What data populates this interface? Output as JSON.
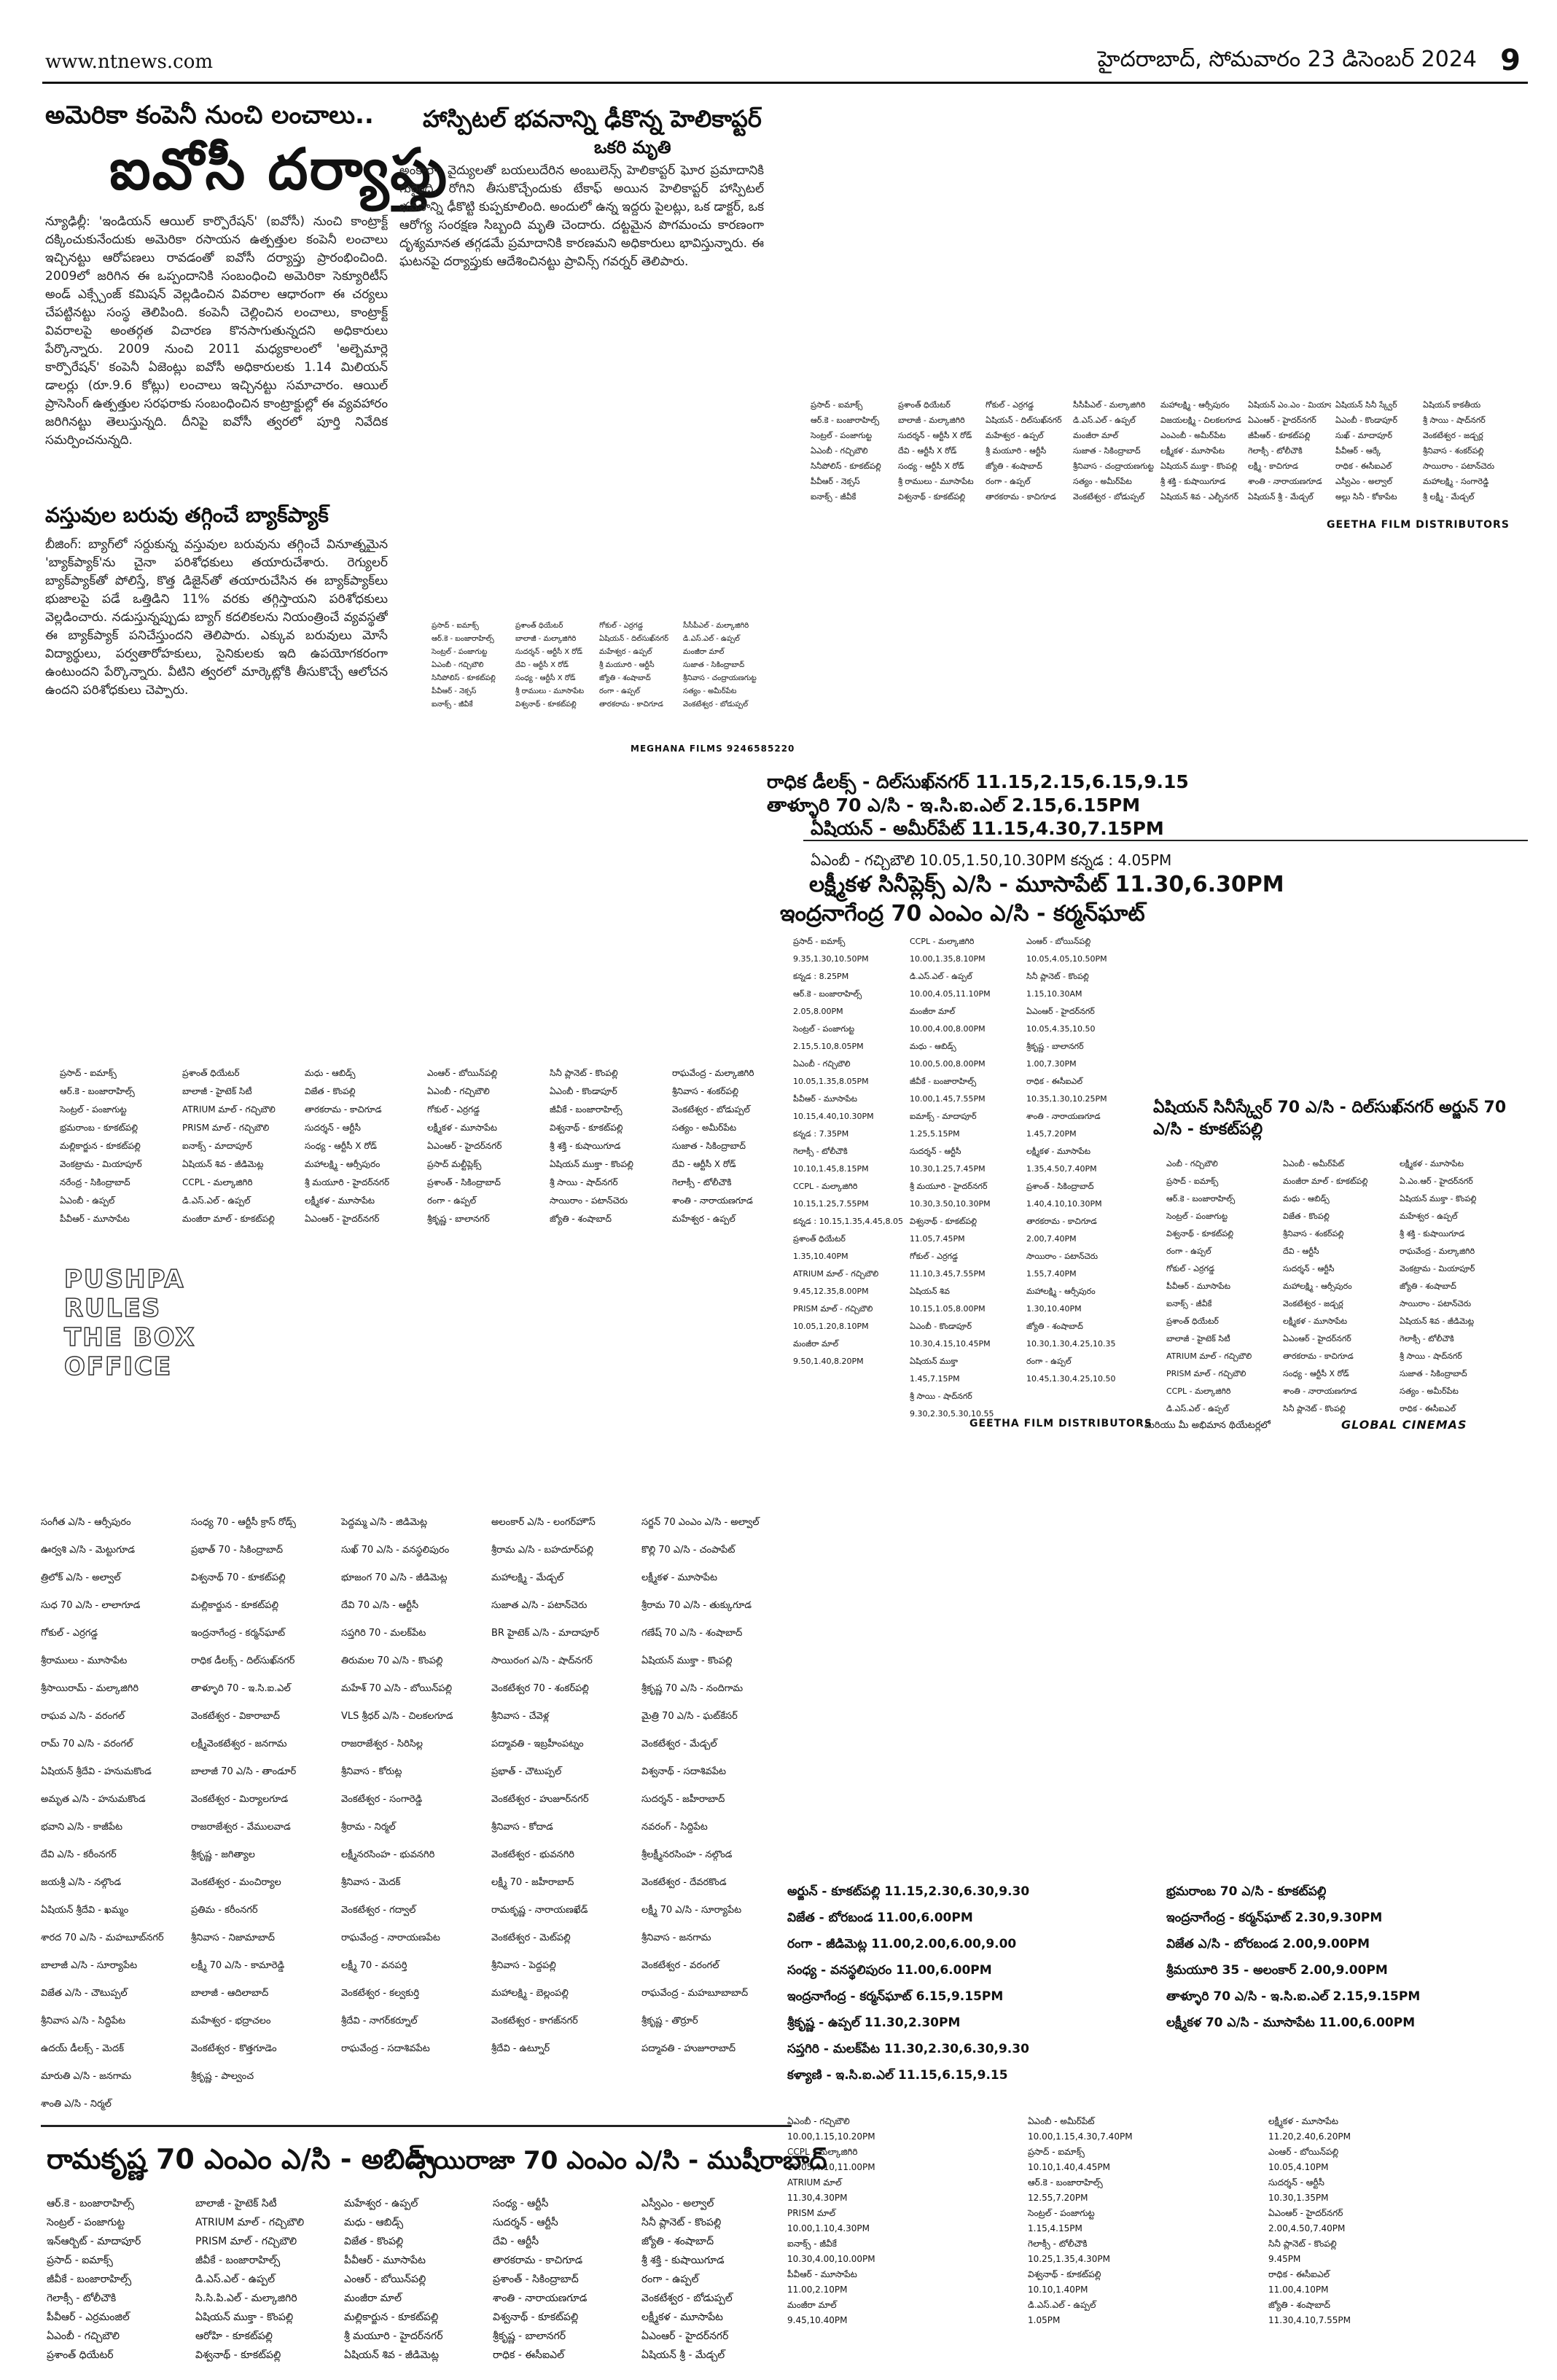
{
  "header": {
    "site": "www.ntnews.com",
    "dateline": "హైదరాబాద్, సోమవారం 23 డిసెంబర్ 2024",
    "page_no": "9"
  },
  "article1": {
    "kicker": "అమెరికా కంపెనీ నుంచి లంచాలు..",
    "headline": "ఐవోసీ దర్యాప్తు",
    "body": "న్యూఢిల్లీ: 'ఇండియన్ ఆయిల్ కార్పొరేషన్' (ఐవోసీ) నుంచి కాంట్రాక్ట్ దక్కించుకునేందుకు అమెరికా రసాయన ఉత్పత్తుల కంపెనీ లంచాలు ఇచ్చినట్టు ఆరోపణలు రావడంతో ఐవోసీ దర్యాప్తు ప్రారంభించింది. 2009లో జరిగిన ఈ ఒప్పందానికి సంబంధించి అమెరికా సెక్యూరిటీస్ అండ్ ఎక్స్చేంజ్ కమిషన్ వెల్లడించిన వివరాల ఆధారంగా ఈ చర్యలు చేపట్టినట్టు సంస్థ తెలిపింది. కంపెనీ చెల్లించిన లంచాలు, కాంట్రాక్ట్ వివరాలపై అంతర్గత విచారణ కొనసాగుతున్నదని అధికారులు పేర్కొన్నారు. 2009 నుంచి 2011 మధ్యకాలంలో 'అల్బెమార్లె కార్పొరేషన్' కంపెనీ ఏజెంట్లు ఐవోసీ అధికారులకు 1.14 మిలియన్ డాలర్లు (రూ.9.6 కోట్లు) లంచాలు ఇచ్చినట్టు సమాచారం. ఆయిల్ ప్రాసెసింగ్ ఉత్పత్తుల సరఫరాకు సంబంధించిన కాంట్రాక్టుల్లో ఈ వ్యవహారం జరిగినట్టు తెలుస్తున్నది. దీనిపై ఐవోసీ త్వరలో పూర్తి నివేదిక సమర్పించనున్నది."
  },
  "article2": {
    "headline": "హాస్పిటల్ భవనాన్ని ఢీకొన్న హెలికాప్టర్",
    "subhead": "ఒకరి మృతి",
    "body": "అంకారా: వైద్యులతో బయలుదేరిన అంబులెన్స్ హెలికాప్టర్ ఘోర ప్రమాదానికి గురైంది. రోగిని తీసుకొచ్చేందుకు టేకాఫ్ అయిన హెలికాప్టర్ హాస్పిటల్ భవనాన్ని ఢీకొట్టి కుప్పకూలింది. అందులో ఉన్న ఇద్దరు పైలట్లు, ఒక డాక్టర్, ఒక ఆరోగ్య సంరక్షణ సిబ్బంది మృతి చెందారు. దట్టమైన పొగమంచు కారణంగా దృశ్యమానత తగ్గడమే ప్రమాదానికి కారణమని అధికారులు భావిస్తున్నారు. ఈ ఘటనపై దర్యాప్తుకు ఆదేశించినట్టు ప్రావిన్స్ గవర్నర్ తెలిపారు."
  },
  "article3": {
    "headline": "వస్తువుల బరువు తగ్గించే బ్యాక్‌ప్యాక్",
    "body": "బీజింగ్: బ్యాగ్‌లో సర్దుకున్న వస్తువుల బరువును తగ్గించే వినూత్నమైన 'బ్యాక్‌ప్యాక్'ను చైనా పరిశోధకులు తయారుచేశారు. రెగ్యులర్ బ్యాక్‌ప్యాక్‌తో పోలిస్తే, కొత్త డిజైన్‌తో తయారుచేసిన ఈ బ్యాక్‌ప్యాక్‌లు భుజాలపై పడే ఒత్తిడిని 11% వరకు తగ్గిస్తాయని పరిశోధకులు వెల్లడించారు. నడుస్తున్నప్పుడు బ్యాగ్ కదలికలను నియంత్రించే వ్యవస్థతో ఈ బ్యాక్‌ప్యాక్ పనిచేస్తుందని తెలిపారు. ఎక్కువ బరువులు మోసే విద్యార్థులు, పర్వతారోహకులు, సైనికులకు ఇది ఉపయోగకరంగా ఉంటుందని పేర్కొన్నారు. వీటిని త్వరలో మార్కెట్లోకి తీసుకొచ్చే ఆలోచన ఉందని పరిశోధకులు చెప్పారు."
  },
  "ad_pushpa_text": [
    "PUSHPA",
    "RULES",
    "THE BOX",
    "OFFICE"
  ],
  "credits": {
    "meghana": "MEGHANA FILMS 9246585220",
    "geetha": "GEETHA FILM DISTRIBUTORS",
    "global": "GLOBAL CINEMAS"
  },
  "listing_top": [
    [
      "ప్రసాద్ - ఐమాక్స్",
      "ఆర్.కె - బంజారాహిల్స్",
      "సెంట్రల్ - పంజాగుట్ట",
      "ఏఎంబీ - గచ్చిబౌలి",
      "సినీపోలిస్ - కూకట్‌పల్లి",
      "పీవీఆర్ - నెక్సస్",
      "ఐనాక్స్ - జీవీకే"
    ],
    [
      "ప్రశాంత్ ధియేటర్",
      "బాలాజీ - మల్కాజిగిరి",
      "సుదర్శన్ - ఆర్టీసీ X రోడ్",
      "దేవి - ఆర్టీసీ X రోడ్",
      "సంధ్య - ఆర్టీసీ X రోడ్",
      "శ్రీ రాములు - మూసాపేట",
      "విశ్వనాథ్ - కూకట్‌పల్లి"
    ],
    [
      "గోకుల్ - ఎర్రగడ్డ",
      "ఏషియన్ - దిల్‌సుఖ్‌నగర్",
      "మహేశ్వర - ఉప్పల్",
      "శ్రీ మయూరి - ఆర్టీసీ",
      "జ్యోతి - శంషాబాద్",
      "రంగా - ఉప్పల్",
      "తారకరామ - కాచిగూడ"
    ],
    [
      "సీసీపీఎల్ - మల్కాజిగిరి",
      "డి.ఎస్.ఎల్ - ఉప్పల్",
      "మంజీరా మాల్",
      "సుజాత - సికింద్రాబాద్",
      "శ్రీనివాస - చంద్రాయణగుట్ట",
      "సత్యం - అమీర్‌పేట",
      "వెంకటేశ్వర - బోడుప్పల్"
    ],
    [
      "మహాలక్ష్మి - ఆర్సీపురం",
      "విజయలక్ష్మి - చిలకలగూడ",
      "ఎంఎంబీ - అమీర్‌పేట",
      "లక్ష్మీకళ - మూసాపేట",
      "ఏషియన్ ముక్తా - కొంపల్లి",
      "శ్రీ శక్తి - కుషాయిగూడ",
      "ఏషియన్ శివ - ఎల్బీనగర్"
    ],
    [
      "ఏషియన్ ఎం.ఎం - మియాపూర్",
      "ఏఎంఆర్ - హైదర్‌నగర్",
      "జీపీఆర్ - కూకట్‌పల్లి",
      "గెలాక్సీ - టోలీచౌకి",
      "లక్ష్మీ - కాచిగూడ",
      "శాంతి - నారాయణగూడ",
      "ఏషియన్ శ్రీ - మేడ్చల్"
    ],
    [
      "ఏషియన్ సినీ స్క్వేర్",
      "ఏఎంబీ - కొండాపూర్",
      "సుఖ్ - మాదాపూర్",
      "పీవీఆర్ - ఆర్కే",
      "రాధిక - ఈసీఐఎల్",
      "ఎస్వీఎం - అల్వాల్",
      "అల్లు సినీ - కోకాపేట"
    ],
    [
      "ఏషియన్ కాకతీయ",
      "శ్రీ సాయి - షాద్‌నగర్",
      "వెంకటేశ్వర - జడ్చర్ల",
      "శ్రీనివాస - శంకర్‌పల్లి",
      "సాయిరాం - పటాన్‌చెరు",
      "మహాలక్ష్మి - సంగారెడ్డి",
      "శ్రీ లక్ష్మీ - మేడ్చల్"
    ]
  ],
  "mid_listing": [
    [
      "ప్రసాద్ - ఐమాక్స్",
      "ఆర్.కె - బంజారాహిల్స్",
      "సెంట్రల్ - పంజాగుట్ట",
      "భ్రమరాంబ - కూకట్‌పల్లి",
      "మల్లికార్జున - కూకట్‌పల్లి",
      "వెంకట్రామ - మియాపూర్",
      "నరేంద్ర - సికింద్రాబాద్",
      "ఏఎంబీ - ఉప్పల్",
      "పీవీఆర్ - మూసాపేట"
    ],
    [
      "ప్రశాంత్ ధియేటర్",
      "బాలాజీ - హైటెక్ సిటీ",
      "ATRIUM మాల్ - గచ్చిబౌలి",
      "PRISM మాల్ - గచ్చిబౌలి",
      "ఐనాక్స్ - మాదాపూర్",
      "ఏషియన్ శివ - జీడిమెట్ల",
      "CCPL - మల్కాజిగిరి",
      "డి.ఎస్.ఎల్ - ఉప్పల్",
      "మంజీరా మాల్ - కూకట్‌పల్లి"
    ],
    [
      "మధు - ఆబిడ్స్",
      "విజేత - కొంపల్లి",
      "తారకరామ - కాచిగూడ",
      "సుదర్శన్ - ఆర్టీసీ",
      "సంధ్య - ఆర్టీసీ X రోడ్",
      "మహాలక్ష్మి - ఆర్సీపురం",
      "శ్రీ మయూరి - హైదర్‌నగర్",
      "లక్ష్మీకళ - మూసాపేట",
      "ఏఎంఆర్ - హైదర్‌నగర్"
    ],
    [
      "ఎంఆర్ - బోయిన్‌పల్లి",
      "ఏఎంబీ - గచ్చిబౌలి",
      "గోకుల్ - ఎర్రగడ్డ",
      "లక్ష్మీకళ - మూసాపేట",
      "ఏఎంఆర్ - హైదర్‌నగర్",
      "ప్రసాద్ మల్టీప్లెక్స్",
      "ప్రశాంత్ - సికింద్రాబాద్",
      "రంగా - ఉప్పల్",
      "శ్రీకృష్ణ - బాలానగర్"
    ],
    [
      "సినీ ప్లానెట్ - కొంపల్లి",
      "ఏఎంబీ - కొండాపూర్",
      "జీవీకే - బంజారాహిల్స్",
      "విశ్వనాథ్ - కూకట్‌పల్లి",
      "శ్రీ శక్తి - కుషాయిగూడ",
      "ఏషియన్ ముక్తా - కొంపల్లి",
      "శ్రీ సాయి - షాద్‌నగర్",
      "సాయిరాం - పటాన్‌చెరు",
      "జ్యోతి - శంషాబాద్"
    ],
    [
      "రాఘవేంద్ర - మల్కాజిగిరి",
      "శ్రీనివాస - శంకర్‌పల్లి",
      "వెంకటేశ్వర - బోడుప్పల్",
      "సత్యం - అమీర్‌పేట",
      "సుజాత - సికింద్రాబాద్",
      "దేవి - ఆర్టీసీ X రోడ్",
      "గెలాక్సీ - టోలీచౌకి",
      "శాంతి - నారాయణగూడ",
      "మహేశ్వర - ఉప్పల్"
    ]
  ],
  "center_block": {
    "line1": "రాధిక డీలక్స్ - దిల్‌సుఖ్‌నగర్ 11.15,2.15,6.15,9.15",
    "line2": "తాళ్ళూరి 70 ఎ/సి - ఇ.సి.ఐ.ఎల్ 2.15,6.15PM",
    "line3": "ఏషియన్ - అమీర్‌పేట్ 11.15,4.30,7.15PM",
    "line4": "ఏఎంబీ - గచ్చిబౌలి 10.05,1.50,10.30PM కన్నడ : 4.05PM",
    "line5": "లక్ష్మీకళ సినీప్లెక్స్ ఎ/సి - మూసాపేట్ 11.30,6.30PM",
    "line6": "ఇంద్రనాగేంద్ర 70 ఎంఎం ఎ/సి - కర్మన్‌ఘాట్"
  },
  "showtimes": [
    [
      "ప్రసాద్ - ఐమాక్స్",
      "9.35,1.30,10.50PM",
      "కన్నడ : 8.25PM",
      "ఆర్.కె - బంజారాహిల్స్",
      "2.05,8.00PM",
      "సెంట్రల్ - పంజాగుట్ట",
      "2.15,5.10,8.05PM",
      "ఏఎంబీ - గచ్చిబౌలి",
      "10.05,1.35,8.05PM",
      "పీవీఆర్ - మూసాపేట",
      "10.15,4.40,10.30PM",
      "కన్నడ : 7.35PM",
      "గెలాక్సీ - టోలీచౌకి",
      "10.10,1.45,8.15PM",
      "CCPL - మల్కాజిగిరి",
      "10.15,1.25,7.55PM",
      "కన్నడ : 10.15,1.35,4.45,8.05",
      "ప్రశాంత్ ధియేటర్",
      "1.35,10.40PM",
      "ATRIUM మాల్ - గచ్చిబౌలి",
      "9.45,12.35,8.00PM",
      "PRISM మాల్ - గచ్చిబౌలి",
      "10.05,1.20,8.10PM",
      "మంజీరా మాల్",
      "9.50,1.40,8.20PM"
    ],
    [
      "CCPL - మల్కాజిగిరి",
      "10.00,1.35,8.10PM",
      "డి.ఎస్.ఎల్ - ఉప్పల్",
      "10.00,4.05,11.10PM",
      "మంజీరా మాల్",
      "10.00,4.00,8.00PM",
      "మధు - ఆబిడ్స్",
      "10.00,5.00,8.00PM",
      "జీవీకే - బంజారాహిల్స్",
      "10.00,1.45,7.55PM",
      "ఐమాక్స్ - మాదాపూర్",
      "1.25,5.15PM",
      "సుదర్శన్ - ఆర్టీసీ",
      "10.30,1.25,7.45PM",
      "శ్రీ మయూరి - హైదర్‌నగర్",
      "10.30,3.50,10.30PM",
      "విశ్వనాథ్ - కూకట్‌పల్లి",
      "11.05,7.45PM",
      "గోకుల్ - ఎర్రగడ్డ",
      "11.10,3.45,7.55PM",
      "ఏషియన్ శివ",
      "10.15,1.05,8.00PM",
      "ఏఎంబీ - కొండాపూర్",
      "10.30,4.15,10.45PM",
      "ఏషియన్ ముక్తా",
      "1.45,7.15PM",
      "శ్రీ సాయి - షాద్‌నగర్",
      "9.30,2.30,5.30,10.55"
    ],
    [
      "ఎంఆర్ - బోయిన్‌పల్లి",
      "10.05,4.05,10.50PM",
      "సినీ ప్లానెట్ - కొంపల్లి",
      "1.15,10.30AM",
      "ఏఎంఆర్ - హైదర్‌నగర్",
      "10.05,4.35,10.50",
      "శ్రీకృష్ణ - బాలానగర్",
      "1.00,7.30PM",
      "రాధిక - ఈసీఐఎల్",
      "10.35,1.30,10.25PM",
      "శాంతి - నారాయణగూడ",
      "1.45,7.20PM",
      "లక్ష్మీకళ - మూసాపేట",
      "1.35,4.50,7.40PM",
      "ప్రశాంత్ - సికింద్రాబాద్",
      "1.40,4.10,10.30PM",
      "తారకరామ - కాచిగూడ",
      "2.00,7.40PM",
      "సాయిరాం - పటాన్‌చెరు",
      "1.55,7.40PM",
      "మహాలక్ష్మి - ఆర్సీపురం",
      "1.30,10.40PM",
      "జ్యోతి - శంషాబాద్",
      "10.30,1.30,4.25,10.35",
      "రంగా - ఉప్పల్",
      "10.45,1.30,4.25,10.50"
    ]
  ],
  "global_section": {
    "title": "ఏషియన్ సినీస్క్వేర్ 70 ఎ/సి - దిల్‌సుఖ్‌నగర్ అర్జున్ 70 ఎ/సి - కూకట్‌పల్లి",
    "cols": [
      [
        "ఎంబీ - గచ్చిబౌలి",
        "ప్రసాద్ - ఐమాక్స్",
        "ఆర్.కె - బంజారాహిల్స్",
        "సెంట్రల్ - పంజాగుట్ట",
        "విశ్వనాథ్ - కూకట్‌పల్లి",
        "రంగా - ఉప్పల్",
        "గోకుల్ - ఎర్రగడ్డ",
        "పీవీఆర్ - మూసాపేట",
        "ఐనాక్స్ - జీవీకే",
        "ప్రశాంత్ ధియేటర్",
        "బాలాజీ - హైటెక్ సిటీ",
        "ATRIUM మాల్ - గచ్చిబౌలి",
        "PRISM మాల్ - గచ్చిబౌలి",
        "CCPL - మల్కాజిగిరి",
        "డి.ఎస్.ఎల్ - ఉప్పల్"
      ],
      [
        "ఏఎంబీ - అమీర్‌పేట్",
        "మంజీరా మాల్ - కూకట్‌పల్లి",
        "మధు - ఆబిడ్స్",
        "విజేత - కొంపల్లి",
        "శ్రీనివాస - శంకర్‌పల్లి",
        "దేవి - ఆర్టీసీ",
        "సుదర్శన్ - ఆర్టీసీ",
        "మహాలక్ష్మి - ఆర్సీపురం",
        "వెంకటేశ్వర - జడ్చర్ల",
        "లక్ష్మీకళ - మూసాపేట",
        "ఏఎంఆర్ - హైదర్‌నగర్",
        "తారకరామ - కాచిగూడ",
        "సంధ్య - ఆర్టీసీ X రోడ్",
        "శాంతి - నారాయణగూడ",
        "సినీ ప్లానెట్ - కొంపల్లి"
      ],
      [
        "లక్ష్మీకళ - మూసాపేట",
        "ఏ.ఎం.ఆర్ - హైదర్‌నగర్",
        "ఏషియన్ ముక్తా - కొంపల్లి",
        "మహేశ్వర - ఉప్పల్",
        "శ్రీ శక్తి - కుషాయిగూడ",
        "రాఘవేంద్ర - మల్కాజిగిరి",
        "వెంకట్రామ - మియాపూర్",
        "జ్యోతి - శంషాబాద్",
        "సాయిరాం - పటాన్‌చెరు",
        "ఏషియన్ శివ - జీడిమెట్ల",
        "గెలాక్సీ - టోలీచౌకి",
        "శ్రీ సాయి - షాద్‌నగర్",
        "సుజాత - సికింద్రాబాద్",
        "సత్యం - అమీర్‌పేట",
        "రాధిక - ఈసీఐఎల్"
      ]
    ],
    "footer": "మరియు మీ అభిమాన థియేటర్లలో"
  },
  "theatres_grid": {
    "cols": [
      [
        "సంగీత ఎ/సి - ఆర్సీపురం",
        "ఊర్వశి ఎ/సి - మెట్టుగూడ",
        "త్రిలోక్ ఎ/సి - అల్వాల్",
        "సుధ 70 ఎ/సి - లాలాగూడ",
        "గోకుల్ - ఎర్రగడ్డ",
        "శ్రీరాములు - మూసాపేట",
        "శ్రీసాయిరామ్ - మల్కాజిగిరి",
        "రాఘవ ఎ/సి - వరంగల్",
        "రామ్ 70 ఎ/సి - వరంగల్",
        "ఏషియన్ శ్రీదేవి - హనుమకొండ",
        "అమృత ఎ/సి - హనుమకొండ",
        "భవాని ఎ/సి - కాజీపేట",
        "దేవి ఎ/సి - కరీంనగర్",
        "జయశ్రీ ఎ/సి - నల్గొండ",
        "ఏషియన్ శ్రీదేవి - ఖమ్మం",
        "శారద 70 ఎ/సి - మహబూబ్‌నగర్",
        "బాలాజీ ఎ/సి - సూర్యాపేట",
        "విజేత ఎ/సి - చౌటుప్పల్",
        "శ్రీనివాస ఎ/సి - సిద్దిపేట",
        "ఉదయ్ డీలక్స్ - మెదక్",
        "మారుతి ఎ/సి - జనగామ",
        "శాంతి ఎ/సి - నిర్మల్"
      ],
      [
        "సంధ్య 70 - ఆర్టీసీ క్రాస్ రోడ్స్",
        "ప్రభాత్ 70 - సికింద్రాబాద్",
        "విశ్వనాథ్ 70 - కూకట్‌పల్లి",
        "మల్లికార్జున - కూకట్‌పల్లి",
        "ఇంద్రనాగేంద్ర - కర్మన్‌ఘాట్",
        "రాధిక డీలక్స్ - దిల్‌సుఖ్‌నగర్",
        "తాళ్ళూరి 70 - ఇ.సి.ఐ.ఎల్",
        "వెంకటేశ్వర - వికారాబాద్",
        "లక్ష్మీవెంకటేశ్వర - జనగామ",
        "బాలాజీ 70 ఎ/సి - తాండూర్",
        "వెంకటేశ్వర - మిర్యాలగూడ",
        "రాజరాజేశ్వర - వేములవాడ",
        "శ్రీకృష్ణ - జగిత్యాల",
        "వెంకటేశ్వర - మంచిర్యాల",
        "ప్రతిమ - కరీంనగర్",
        "శ్రీనివాస - నిజామాబాద్",
        "లక్ష్మీ 70 ఎ/సి - కామారెడ్డి",
        "బాలాజీ - ఆదిలాబాద్",
        "మహేశ్వర - భద్రాచలం",
        "వెంకటేశ్వర - కొత్తగూడెం",
        "శ్రీకృష్ణ - పాల్వంచ"
      ],
      [
        "పెద్దమ్మ ఎ/సి - జిడిమెట్ల",
        "సుఖ్ 70 ఎ/సి - వనస్థలిపురం",
        "భూజంగ 70 ఎ/సి - జీడిమెట్ల",
        "దేవి 70 ఎ/సి - ఆర్టీసీ",
        "సప్తగిరి 70 - మలక్‌పేట",
        "తిరుమల 70 ఎ/సి - కొంపల్లి",
        "మహేశ్ 70 ఎ/సి - బోయిన్‌పల్లి",
        "VLS శ్రీధర్ ఎ/సి - చిలకలగూడ",
        "రాజరాజేశ్వర - సిరిసిల్ల",
        "శ్రీనివాస - కోరుట్ల",
        "వెంకటేశ్వర - సంగారెడ్డి",
        "శ్రీరామ - నిర్మల్",
        "లక్ష్మీనరసింహ - భువనగిరి",
        "శ్రీనివాస - మెదక్",
        "వెంకటేశ్వర - గద్వాల్",
        "రాఘవేంద్ర - నారాయణపేట",
        "లక్ష్మీ 70 - వనపర్తి",
        "వెంకటేశ్వర - కల్వకుర్తి",
        "శ్రీదేవి - నాగర్‌కర్నూల్",
        "రాఘవేంద్ర - సదాశివపేట"
      ],
      [
        "అలంకార్ ఎ/సి - లంగర్‌హౌస్",
        "శ్రీరామ ఎ/సి - బహదూర్‌పల్లి",
        "మహాలక్ష్మి - మేడ్చల్",
        "సుజాత ఎ/సి - పటాన్‌చెరు",
        "BR హైటెక్ ఎ/సి - మాదాపూర్",
        "సాయిరంగ ఎ/సి - షాద్‌నగర్",
        "వెంకటేశ్వర 70 - శంకర్‌పల్లి",
        "శ్రీనివాస - చేవెళ్ల",
        "పద్మావతి - ఇబ్రహీంపట్నం",
        "ప్రభాత్ - చౌటుప్పల్",
        "వెంకటేశ్వర - హుజూర్‌నగర్",
        "శ్రీనివాస - కోదాడ",
        "వెంకటేశ్వర - భువనగిరి",
        "లక్ష్మీ 70 - జహీరాబాద్",
        "రామకృష్ణ - నారాయణఖేడ్",
        "వెంకటేశ్వర - మెట్‌పల్లి",
        "శ్రీనివాస - పెద్దపల్లి",
        "మహాలక్ష్మి - బెల్లంపల్లి",
        "వెంకటేశ్వర - కాగజ్‌నగర్",
        "శ్రీదేవి - ఉట్నూర్"
      ],
      [
        "సర్జన్ 70 ఎంఎం ఎ/సి - అల్వాల్",
        "కొల్లి 70 ఎ/సి - చంపాపేట్",
        "లక్ష్మీకళ - మూసాపేట",
        "శ్రీరామ 70 ఎ/సి - తుక్కుగూడ",
        "గణేష్ 70 ఎ/సి - శంషాబాద్",
        "ఏషియన్ ముక్తా - కొంపల్లి",
        "శ్రీకృష్ణ 70 ఎ/సి - నందిగామ",
        "మైత్రి 70 ఎ/సి - ఘట్‌కేసర్",
        "వెంకటేశ్వర - మేడ్చల్",
        "విశ్వనాథ్ - సదాశివపేట",
        "సుదర్శన్ - జహీరాబాద్",
        "నవరంగ్ - సిద్దిపేట",
        "శ్రీలక్ష్మీనరసింహ - నల్గొండ",
        "వెంకటేశ్వర - దేవరకొండ",
        "లక్ష్మీ 70 ఎ/సి - సూర్యాపేట",
        "శ్రీనివాస - జనగామ",
        "వెంకటేశ్వర - వరంగల్",
        "రాఘవేంద్ర - మహబూబాబాద్",
        "శ్రీకృష్ణ - తొర్రూర్",
        "పద్మావతి - హుజూరాబాద్"
      ]
    ]
  },
  "footer_band": {
    "left": "రామకృష్ణ 70 ఎంఎం ఎ/సి - అబిడ్స్",
    "right": "సాయిరాజా 70 ఎంఎం ఎ/సి - ముషీరాబాద్",
    "cols": [
      [
        "ఆర్.కె - బంజారాహిల్స్",
        "సెంట్రల్ - పంజాగుట్ట",
        "ఇన్‌ఆర్బిట్ - మాదాపూర్",
        "ప్రసాద్ - ఐమాక్స్",
        "జీవీకే - బంజారాహిల్స్",
        "గెలాక్సీ - టోలీచౌకి",
        "పీవీఆర్ - ఎర్రమంజిల్",
        "ఏఎంబీ - గచ్చిబౌలి",
        "ప్రశాంత్ ధియేటర్"
      ],
      [
        "బాలాజీ - హైటెక్ సిటీ",
        "ATRIUM మాల్ - గచ్చిబౌలి",
        "PRISM మాల్ - గచ్చిబౌలి",
        "జీవీకే - బంజారాహిల్స్",
        "డి.ఎస్.ఎల్ - ఉప్పల్",
        "సి.సి.పి.ఎల్ - మల్కాజిగిరి",
        "ఏషియన్ ముక్తా - కొంపల్లి",
        "ఆరోహి - కూకట్‌పల్లి",
        "విశ్వనాథ్ - కూకట్‌పల్లి"
      ],
      [
        "మహేశ్వర - ఉప్పల్",
        "మధు - ఆబిడ్స్",
        "విజేత - కొంపల్లి",
        "పీవీఆర్ - మూసాపేట",
        "ఎంఆర్ - బోయిన్‌పల్లి",
        "మంజీరా మాల్",
        "మల్లికార్జున - కూకట్‌పల్లి",
        "శ్రీ మయూరి - హైదర్‌నగర్",
        "ఏషియన్ శివ - జీడిమెట్ల"
      ],
      [
        "సంధ్య - ఆర్టీసీ",
        "సుదర్శన్ - ఆర్టీసీ",
        "దేవి - ఆర్టీసీ",
        "తారకరామ - కాచిగూడ",
        "ప్రశాంత్ - సికింద్రాబాద్",
        "శాంతి - నారాయణగూడ",
        "విశ్వనాథ్ - కూకట్‌పల్లి",
        "శ్రీకృష్ణ - బాలానగర్",
        "రాధిక - ఈసీఐఎల్"
      ],
      [
        "ఎస్వీఎం - అల్వాల్",
        "సినీ ప్లానెట్ - కొంపల్లి",
        "జ్యోతి - శంషాబాద్",
        "శ్రీ శక్తి - కుషాయిగూడ",
        "రంగా - ఉప్పల్",
        "వెంకటేశ్వర - బోడుప్పల్",
        "లక్ష్మీకళ - మూసాపేట",
        "ఏఎంఆర్ - హైదర్‌నగర్",
        "ఏషియన్ శ్రీ - మేడ్చల్"
      ]
    ]
  },
  "bottom_right": {
    "lines": [
      "అర్జున్ - కూకట్‌పల్లి 11.15,2.30,6.30,9.30",
      "విజేత - బోరబండ 11.00,6.00PM",
      "రంగా - జీడిమెట్ల 11.00,2.00,6.00,9.00",
      "సంధ్య - వనస్థలిపురం 11.00,6.00PM",
      "ఇంద్రనాగేంద్ర - కర్మన్‌ఘాట్ 6.15,9.15PM",
      "శ్రీకృష్ణ - ఉప్పల్ 11.30,2.30PM",
      "సప్తగిరి - మలక్‌పేట 11.30,2.30,6.30,9.30",
      "కళ్యాణి - ఇ.సి.ఐ.ఎల్ 11.15,6.15,9.15",
      "భ్రమరాంబ 70 ఎ/సి - కూకట్‌పల్లి",
      "ఇంద్రనాగేంద్ర - కర్మన్‌ఘాట్ 2.30,9.30PM",
      "విజేత ఎ/సి - బోరబండ 2.00,9.00PM",
      "శ్రీమయూరి 35 - అలంకార్ 2.00,9.00PM",
      "తాళ్ళూరి 70 ఎ/సి - ఇ.సి.ఐ.ఎల్ 2.15,9.15PM",
      "లక్ష్మీకళ 70 ఎ/సి - మూసాపేట 11.00,6.00PM"
    ],
    "mini_cols": [
      [
        "ఏఎంబీ - గచ్చిబౌలి",
        "10.00,1.15,10.20PM",
        "CCPL - మల్కాజిగిరి",
        "10.05,4.10,11.00PM",
        "ATRIUM మాల్",
        "11.30,4.30PM",
        "PRISM మాల్",
        "10.00,1.10,4.30PM",
        "ఐనాక్స్ - జీవీకే",
        "10.30,4.00,10.00PM",
        "పీవీఆర్ - మూసాపేట",
        "11.00,2.10PM",
        "మంజీరా మాల్",
        "9.45,10.40PM"
      ],
      [
        "ఏఎంబీ - అమీర్‌పేట్",
        "10.00,1.15,4.30,7.40PM",
        "ప్రసాద్ - ఐమాక్స్",
        "10.10,1.40,4.45PM",
        "ఆర్.కె - బంజారాహిల్స్",
        "12.55,7.20PM",
        "సెంట్రల్ - పంజాగుట్ట",
        "1.15,4.15PM",
        "గెలాక్సీ - టోలీచౌకి",
        "10.25,1.35,4.30PM",
        "విశ్వనాథ్ - కూకట్‌పల్లి",
        "10.10,1.40PM",
        "డి.ఎస్.ఎల్ - ఉప్పల్",
        "1.05PM"
      ],
      [
        "లక్ష్మీకళ - మూసాపేట",
        "11.20,2.40,6.20PM",
        "ఎంఆర్ - బోయిన్‌పల్లి",
        "10.05,4.10PM",
        "సుదర్శన్ - ఆర్టీసీ",
        "10.30,1.35PM",
        "ఏఎంఆర్ - హైదర్‌నగర్",
        "2.00,4.50,7.40PM",
        "సినీ ప్లానెట్ - కొంపల్లి",
        "9.45PM",
        "రాధిక - ఈసీఐఎల్",
        "11.00,4.10PM",
        "జ్యోతి - శంషాబాద్",
        "11.30,4.10,7.55PM"
      ]
    ]
  }
}
